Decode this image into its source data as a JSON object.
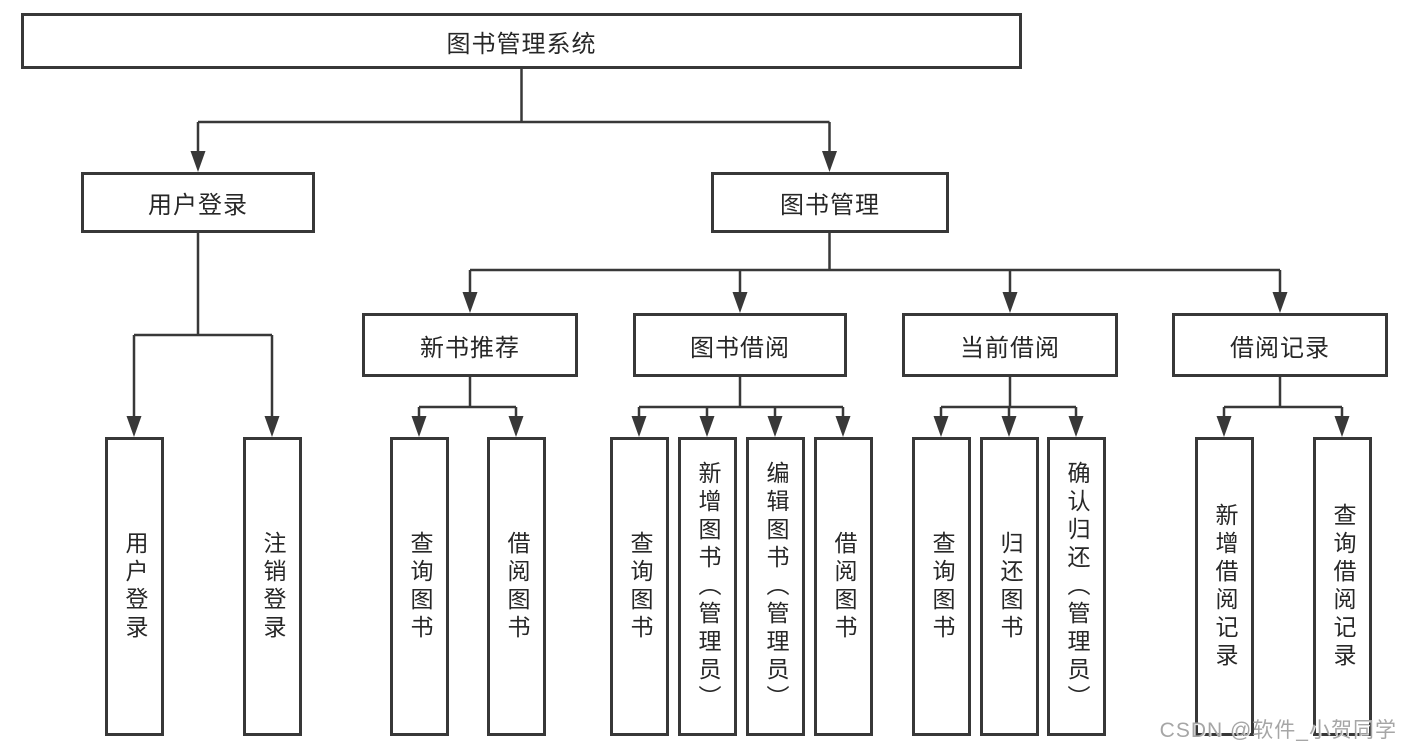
{
  "diagram_title": "图书管理系统",
  "tree": {
    "label": "图书管理系统",
    "children": [
      {
        "label": "用户登录",
        "children": [
          {
            "label": "用户登录"
          },
          {
            "label": "注销登录"
          }
        ]
      },
      {
        "label": "图书管理",
        "children": [
          {
            "label": "新书推荐",
            "children": [
              {
                "label": "查询图书"
              },
              {
                "label": "借阅图书"
              }
            ]
          },
          {
            "label": "图书借阅",
            "children": [
              {
                "label": "查询图书"
              },
              {
                "label": "新增图书（管理员）"
              },
              {
                "label": "编辑图书（管理员）"
              },
              {
                "label": "借阅图书"
              }
            ]
          },
          {
            "label": "当前借阅",
            "children": [
              {
                "label": "查询图书"
              },
              {
                "label": "归还图书"
              },
              {
                "label": "确认归还（管理员）"
              }
            ]
          },
          {
            "label": "借阅记录",
            "children": [
              {
                "label": "新增借阅记录"
              },
              {
                "label": "查询借阅记录"
              }
            ]
          }
        ]
      }
    ]
  },
  "watermark": {
    "text": "CSDN @软件_小贺同学"
  },
  "colors": {
    "line": "#383838",
    "border": "#383838",
    "fill": "#ffffff",
    "text": "#272727",
    "watermark": "#a6a6a6",
    "background": "#ffffff"
  }
}
